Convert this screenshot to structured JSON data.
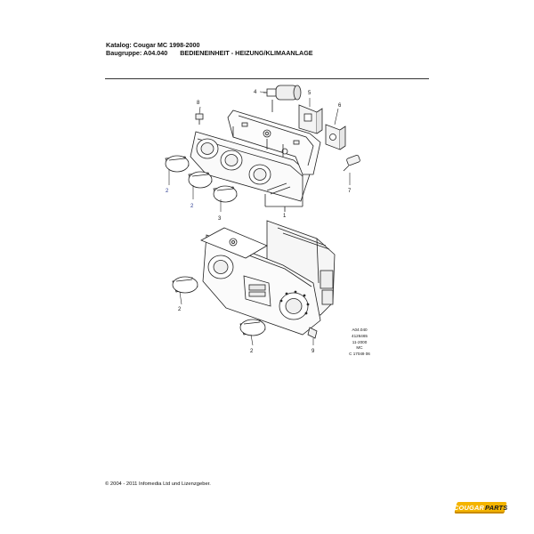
{
  "header": {
    "catalog_line": "Katalog: Cougar MC 1998-2000",
    "group_label": "Baugruppe: A04.040",
    "group_title": "BEDIENEINHEIT - HEIZUNG/KLIMAANLAGE"
  },
  "callouts": {
    "c1": "1",
    "c2a": "2",
    "c2b": "2",
    "c2c": "2",
    "c2d": "2",
    "c3": "3",
    "c4": "4",
    "c5": "5",
    "c6": "6",
    "c7": "7",
    "c8": "8",
    "c9": "9"
  },
  "reference": {
    "line1": "A04.040",
    "line2": "4126465",
    "line3": "11-2000",
    "line4": "MC",
    "line5": "C 17049 06"
  },
  "copyright": "© 2004 - 2011 Infomedia Ltd und Lizenzgeber.",
  "logo": {
    "word1": "COUGAR",
    "word2": "PARTS",
    "color": "#f4b400"
  }
}
